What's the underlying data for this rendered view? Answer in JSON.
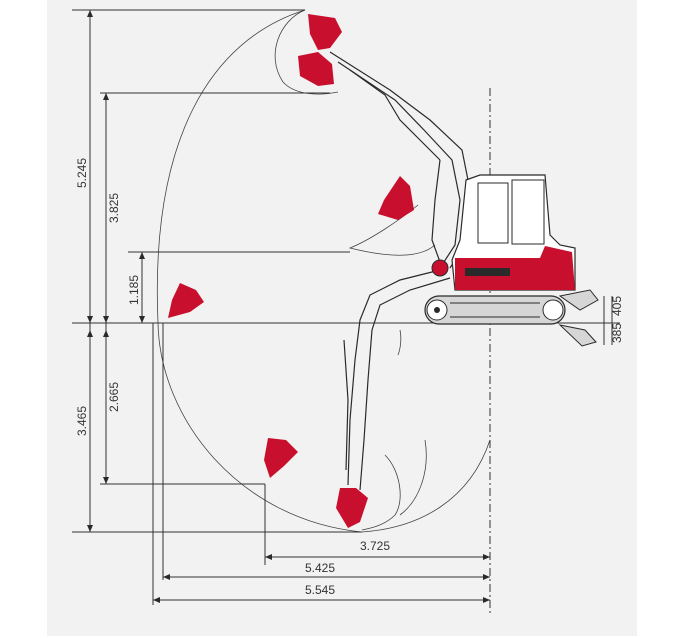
{
  "colors": {
    "background": "#f2f2f2",
    "line": "#333333",
    "machine_red": "#c8102e",
    "machine_outline": "#2a2a2a"
  },
  "dimensions": {
    "max_reach_height": "5.245",
    "max_dump_height": "3.825",
    "bucket_pivot_height": "1.185",
    "max_digging_depth": "3.465",
    "vertical_wall_depth": "2.665",
    "min_swing_radius": "3.725",
    "max_reach_ground": "5.425",
    "max_reach": "5.545",
    "blade_height_lower": "385",
    "blade_height_upper": "405"
  }
}
